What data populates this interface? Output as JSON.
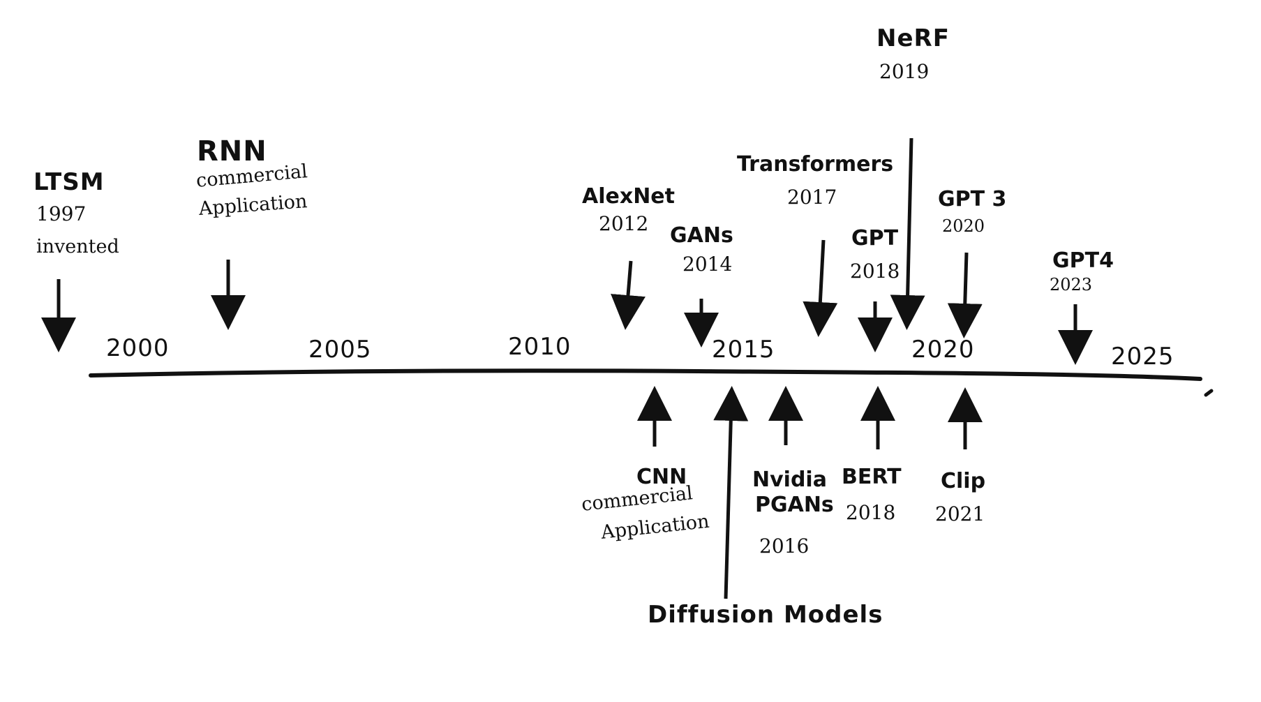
{
  "axis": {
    "ticks": [
      "2000",
      "2005",
      "2010",
      "2015",
      "2020",
      "2025"
    ]
  },
  "events": {
    "ltsm": {
      "title": "LTSM",
      "line1": "1997",
      "line2": "invented"
    },
    "rnn": {
      "title": "RNN",
      "line1": "commercial",
      "line2": "Application"
    },
    "alexnet": {
      "title": "AlexNet",
      "line1": "2012"
    },
    "gans": {
      "title": "GANs",
      "line1": "2014"
    },
    "transformers": {
      "title": "Transformers",
      "line1": "2017"
    },
    "gpt": {
      "title": "GPT",
      "line1": "2018"
    },
    "nerf": {
      "title": "NeRF",
      "line1": "2019"
    },
    "gpt3": {
      "title": "GPT 3",
      "line1": "2020"
    },
    "gpt4": {
      "title": "GPT4",
      "line1": "2023"
    },
    "cnn": {
      "title": "CNN",
      "line1": "commercial",
      "line2": "Application"
    },
    "diffusion": {
      "title": "Diffusion Models"
    },
    "nvidia": {
      "title": "Nvidia",
      "line1": "PGANs",
      "line2": "2016"
    },
    "bert": {
      "title": "BERT",
      "line1": "2018"
    },
    "clip": {
      "title": "Clip",
      "line1": "2021"
    }
  },
  "colors": {
    "ink": "#111111",
    "background": "#ffffff"
  }
}
